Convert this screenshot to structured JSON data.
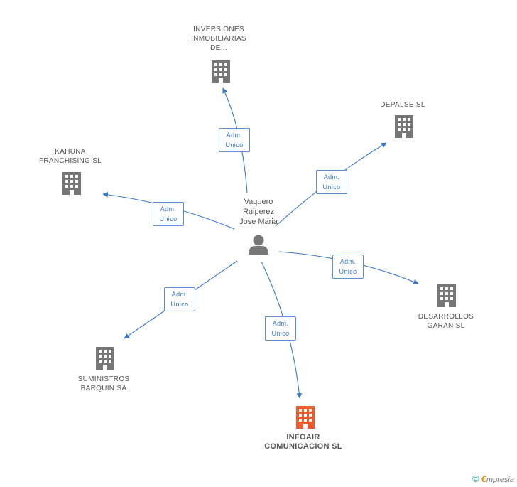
{
  "center": {
    "name": "Vaquero\nRuiperez\nJose Maria",
    "icon": "person-icon",
    "color": "#777777"
  },
  "nodes": [
    {
      "id": "inversiones",
      "label": "INVERSIONES\nINMOBILIARIAS\nDE...",
      "icon": "building-icon",
      "highlight": false
    },
    {
      "id": "depalse",
      "label": "DEPALSE SL",
      "icon": "building-icon",
      "highlight": false
    },
    {
      "id": "kahuna",
      "label": "KAHUNA\nFRANCHISING SL",
      "icon": "building-icon",
      "highlight": false
    },
    {
      "id": "desarrollos",
      "label": "DESARROLLOS\nGARAN SL",
      "icon": "building-icon",
      "highlight": false
    },
    {
      "id": "suministros",
      "label": "SUMINISTROS\nBARQUIN SA",
      "icon": "building-icon",
      "highlight": false
    },
    {
      "id": "infoair",
      "label": "INFOAIR\nCOMUNICACION SL",
      "icon": "building-icon",
      "highlight": true
    }
  ],
  "edges": [
    {
      "target": "inversiones",
      "role_line1": "Adm.",
      "role_line2": "Unico"
    },
    {
      "target": "depalse",
      "role_line1": "Adm.",
      "role_line2": "Unico"
    },
    {
      "target": "kahuna",
      "role_line1": "Adm.",
      "role_line2": "Unico"
    },
    {
      "target": "desarrollos",
      "role_line1": "Adm.",
      "role_line2": "Unico"
    },
    {
      "target": "suministros",
      "role_line1": "Adm.",
      "role_line2": "Unico"
    },
    {
      "target": "infoair",
      "role_line1": "Adm.",
      "role_line2": "Unico"
    }
  ],
  "colors": {
    "edge": "#3a78c9",
    "building": "#777777",
    "building_highlight": "#f0592a"
  },
  "footer": {
    "copyright_symbol": "©",
    "brand_initial": "€",
    "brand_rest": "mpresia"
  }
}
